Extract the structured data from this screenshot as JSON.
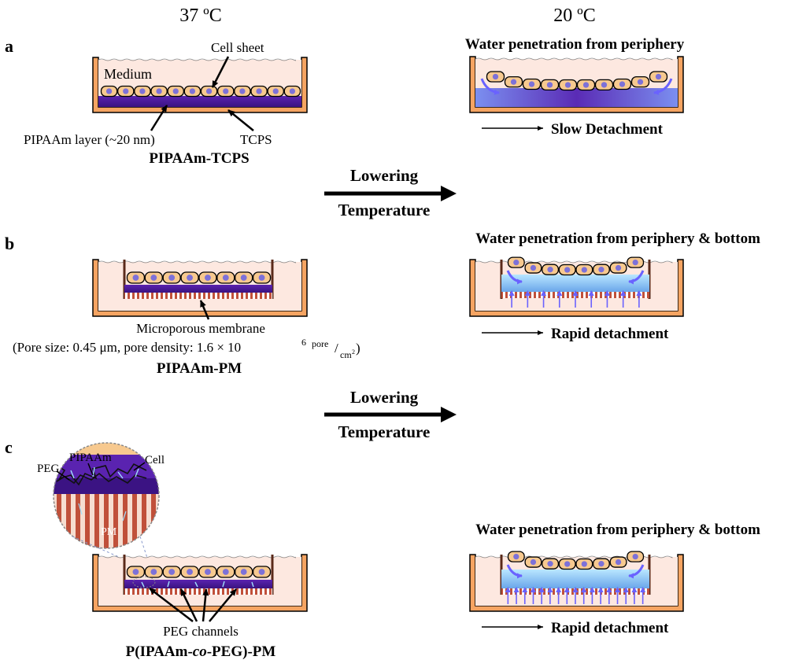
{
  "headers": {
    "left_temp": "37 ºC",
    "right_temp": "20 ºC"
  },
  "panel_a": {
    "letter": "a",
    "label_medium": "Medium",
    "label_cell_sheet": "Cell sheet",
    "label_pipaam_layer": "PIPAAm layer (~20 nm)",
    "label_tcps": "TCPS",
    "title": "PIPAAm-TCPS",
    "right_title": "Water penetration from periphery",
    "detach_label": "Slow Detachment"
  },
  "transition_1": {
    "line1": "Lowering",
    "line2": "Temperature"
  },
  "panel_b": {
    "letter": "b",
    "label_membrane": "Microporous membrane",
    "pore_prefix": "(Pore size: 0.45 μm, pore density: 1.6 × 10",
    "pore_exp": "6",
    "pore_unit_top": "pore",
    "pore_slash": "/",
    "pore_unit_bottom": "cm",
    "pore_unit_bottom_exp": "2",
    "pore_close": ")",
    "title": "PIPAAm-PM",
    "right_title": "Water penetration from periphery & bottom",
    "detach_label": "Rapid detachment"
  },
  "transition_2": {
    "line1": "Lowering",
    "line2": "Temperature"
  },
  "panel_c": {
    "letter": "c",
    "label_pipaam": "PIPAAm",
    "label_peg": "PEG",
    "label_cell": "Cell",
    "label_pm": "PM",
    "label_channels": "PEG channels",
    "title_part1": "P(IPAAm-",
    "title_italic": "co",
    "title_part2": "-PEG)-PM",
    "right_title": "Water penetration from periphery & bottom",
    "detach_label": "Rapid detachment"
  },
  "colors": {
    "dish_wall": "#f5a462",
    "medium": "#fde8e0",
    "cell_fill": "#f7c98f",
    "nucleus": "#7d71d8",
    "pipaam_dark": "#4b1b9a",
    "pipaam_light": "#8fd2f2",
    "membrane_stripe": "#c0503a",
    "water_arrow": "#6a62ff"
  }
}
